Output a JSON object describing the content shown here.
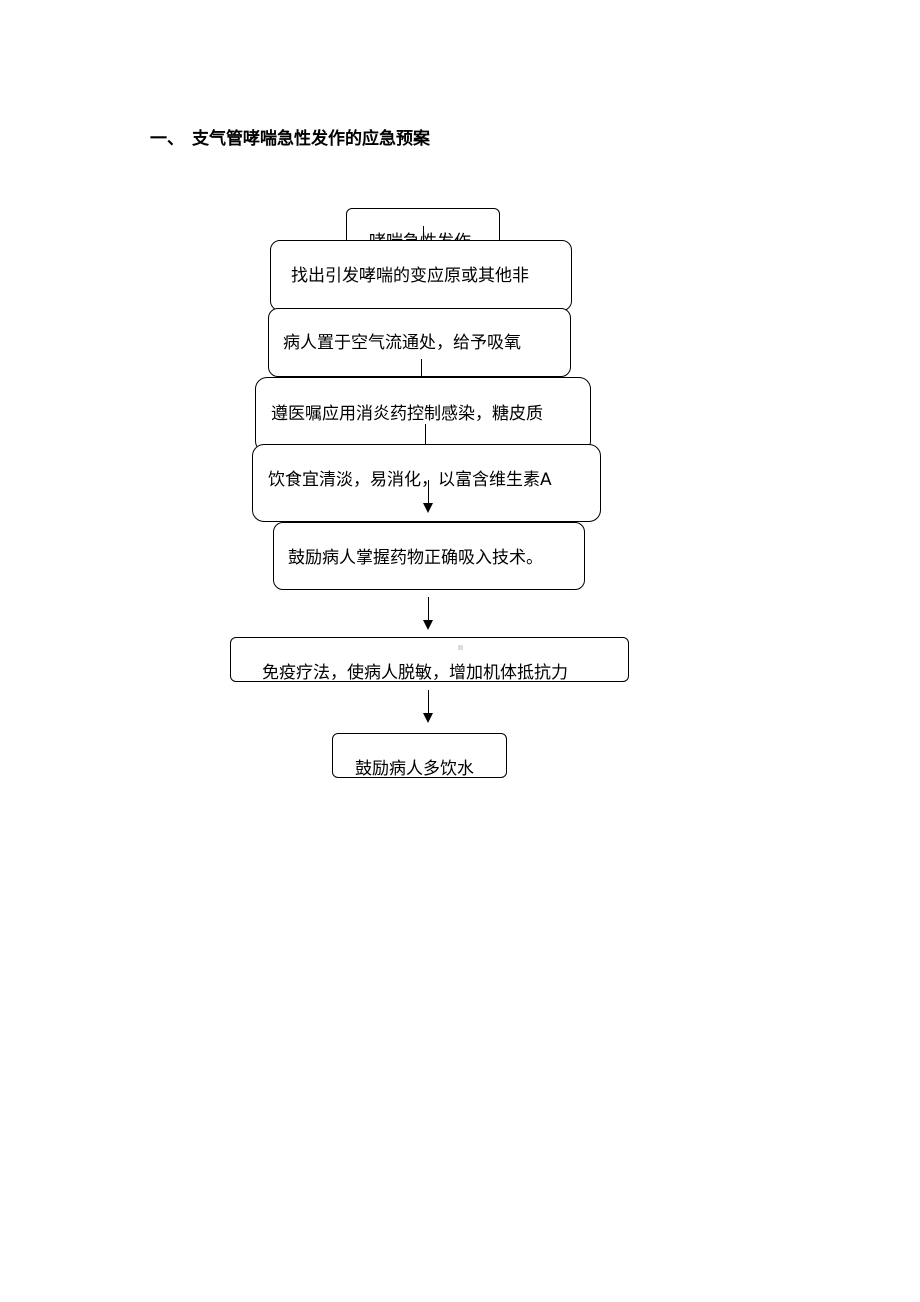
{
  "heading": {
    "number": "一、",
    "title": "支气管哮喘急性发作的应急预案"
  },
  "flow": {
    "step_0": "哮喘急性发作",
    "step_1": "找出引发哮喘的变应原或其他非",
    "step_2": "病人置于空气流通处，给予吸氧",
    "step_3": "遵医嘱应用消炎药控制感染，糖皮质",
    "step_4": "饮食宜清淡，易消化，以富含维生素A",
    "step_5": "鼓励病人掌握药物正确吸入技术。",
    "step_6": "免疫疗法，使病人脱敏，增加机体抵抗力",
    "step_7": "鼓励病人多饮水"
  }
}
